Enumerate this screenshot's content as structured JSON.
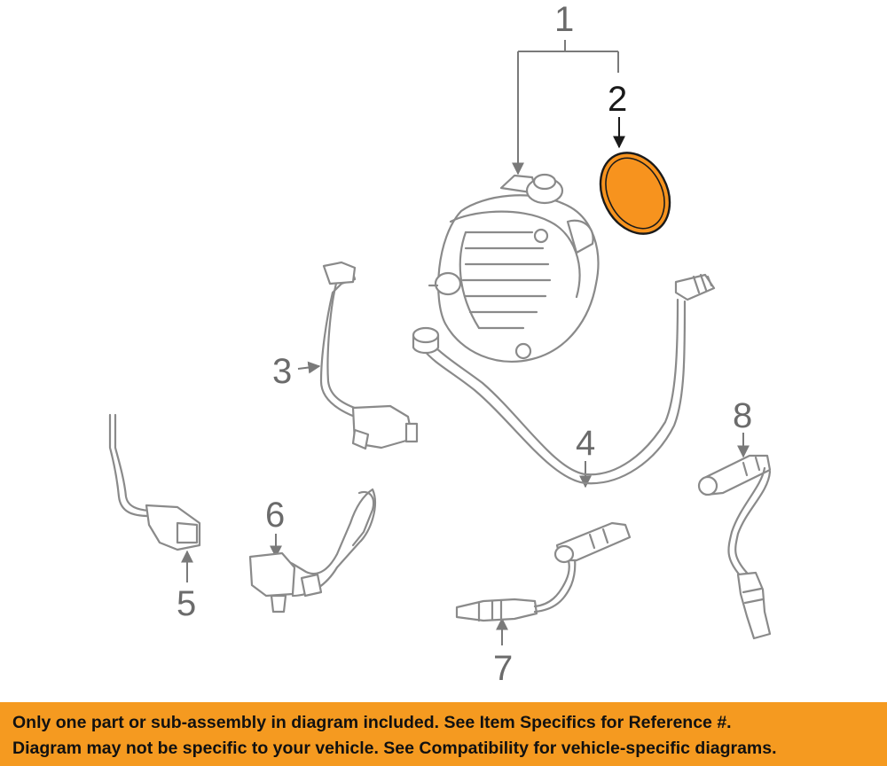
{
  "diagram": {
    "callouts": [
      {
        "label": "1"
      },
      {
        "label": "2"
      },
      {
        "label": "3"
      },
      {
        "label": "4"
      },
      {
        "label": "5"
      },
      {
        "label": "6"
      },
      {
        "label": "7"
      },
      {
        "label": "8"
      }
    ],
    "highlighted_part": "2",
    "highlight_color": "#f7931e"
  },
  "footer": {
    "line1": "Only one part or sub-assembly in diagram included. See Item Specifics for Reference #.",
    "line2": "Diagram may not be specific to your vehicle. See Compatibility for vehicle-specific diagrams.",
    "background": "#f59a20"
  }
}
